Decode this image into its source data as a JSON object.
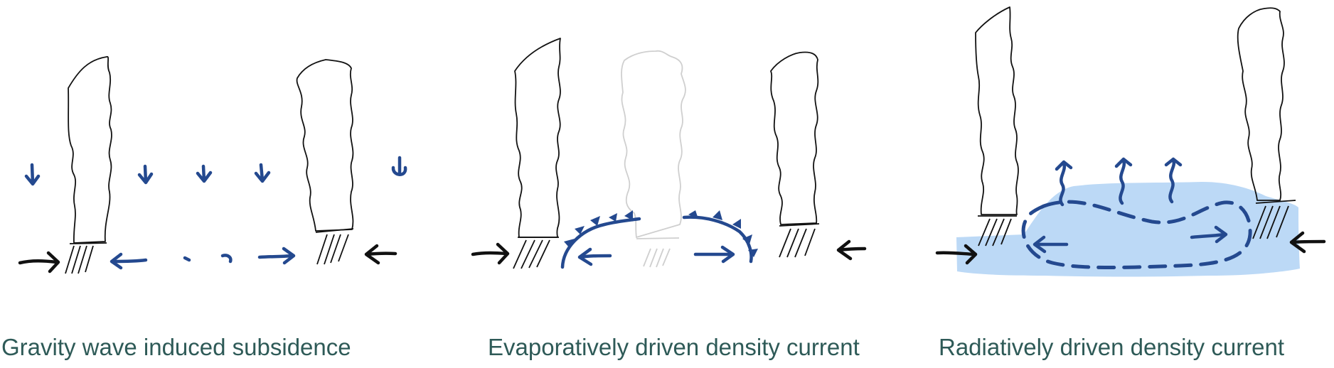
{
  "panels": [
    {
      "caption": "Gravity wave induced subsidence"
    },
    {
      "caption": "Evaporatively driven density current"
    },
    {
      "caption": "Radiatively driven density current"
    }
  ],
  "colors": {
    "caption_text": "#2e5a57",
    "arrow_blue": "#24498f",
    "cold_pool_fill": "#bcd9f6",
    "cloud_outline": "#111111",
    "faded_cloud": "#cfcfcf"
  },
  "icons": [
    "cloud-column",
    "rain-hatch",
    "subsidence-arrow",
    "inflow-arrow",
    "outflow-arrow",
    "gust-front",
    "radiative-cooling-arrow",
    "circulation-loop"
  ]
}
